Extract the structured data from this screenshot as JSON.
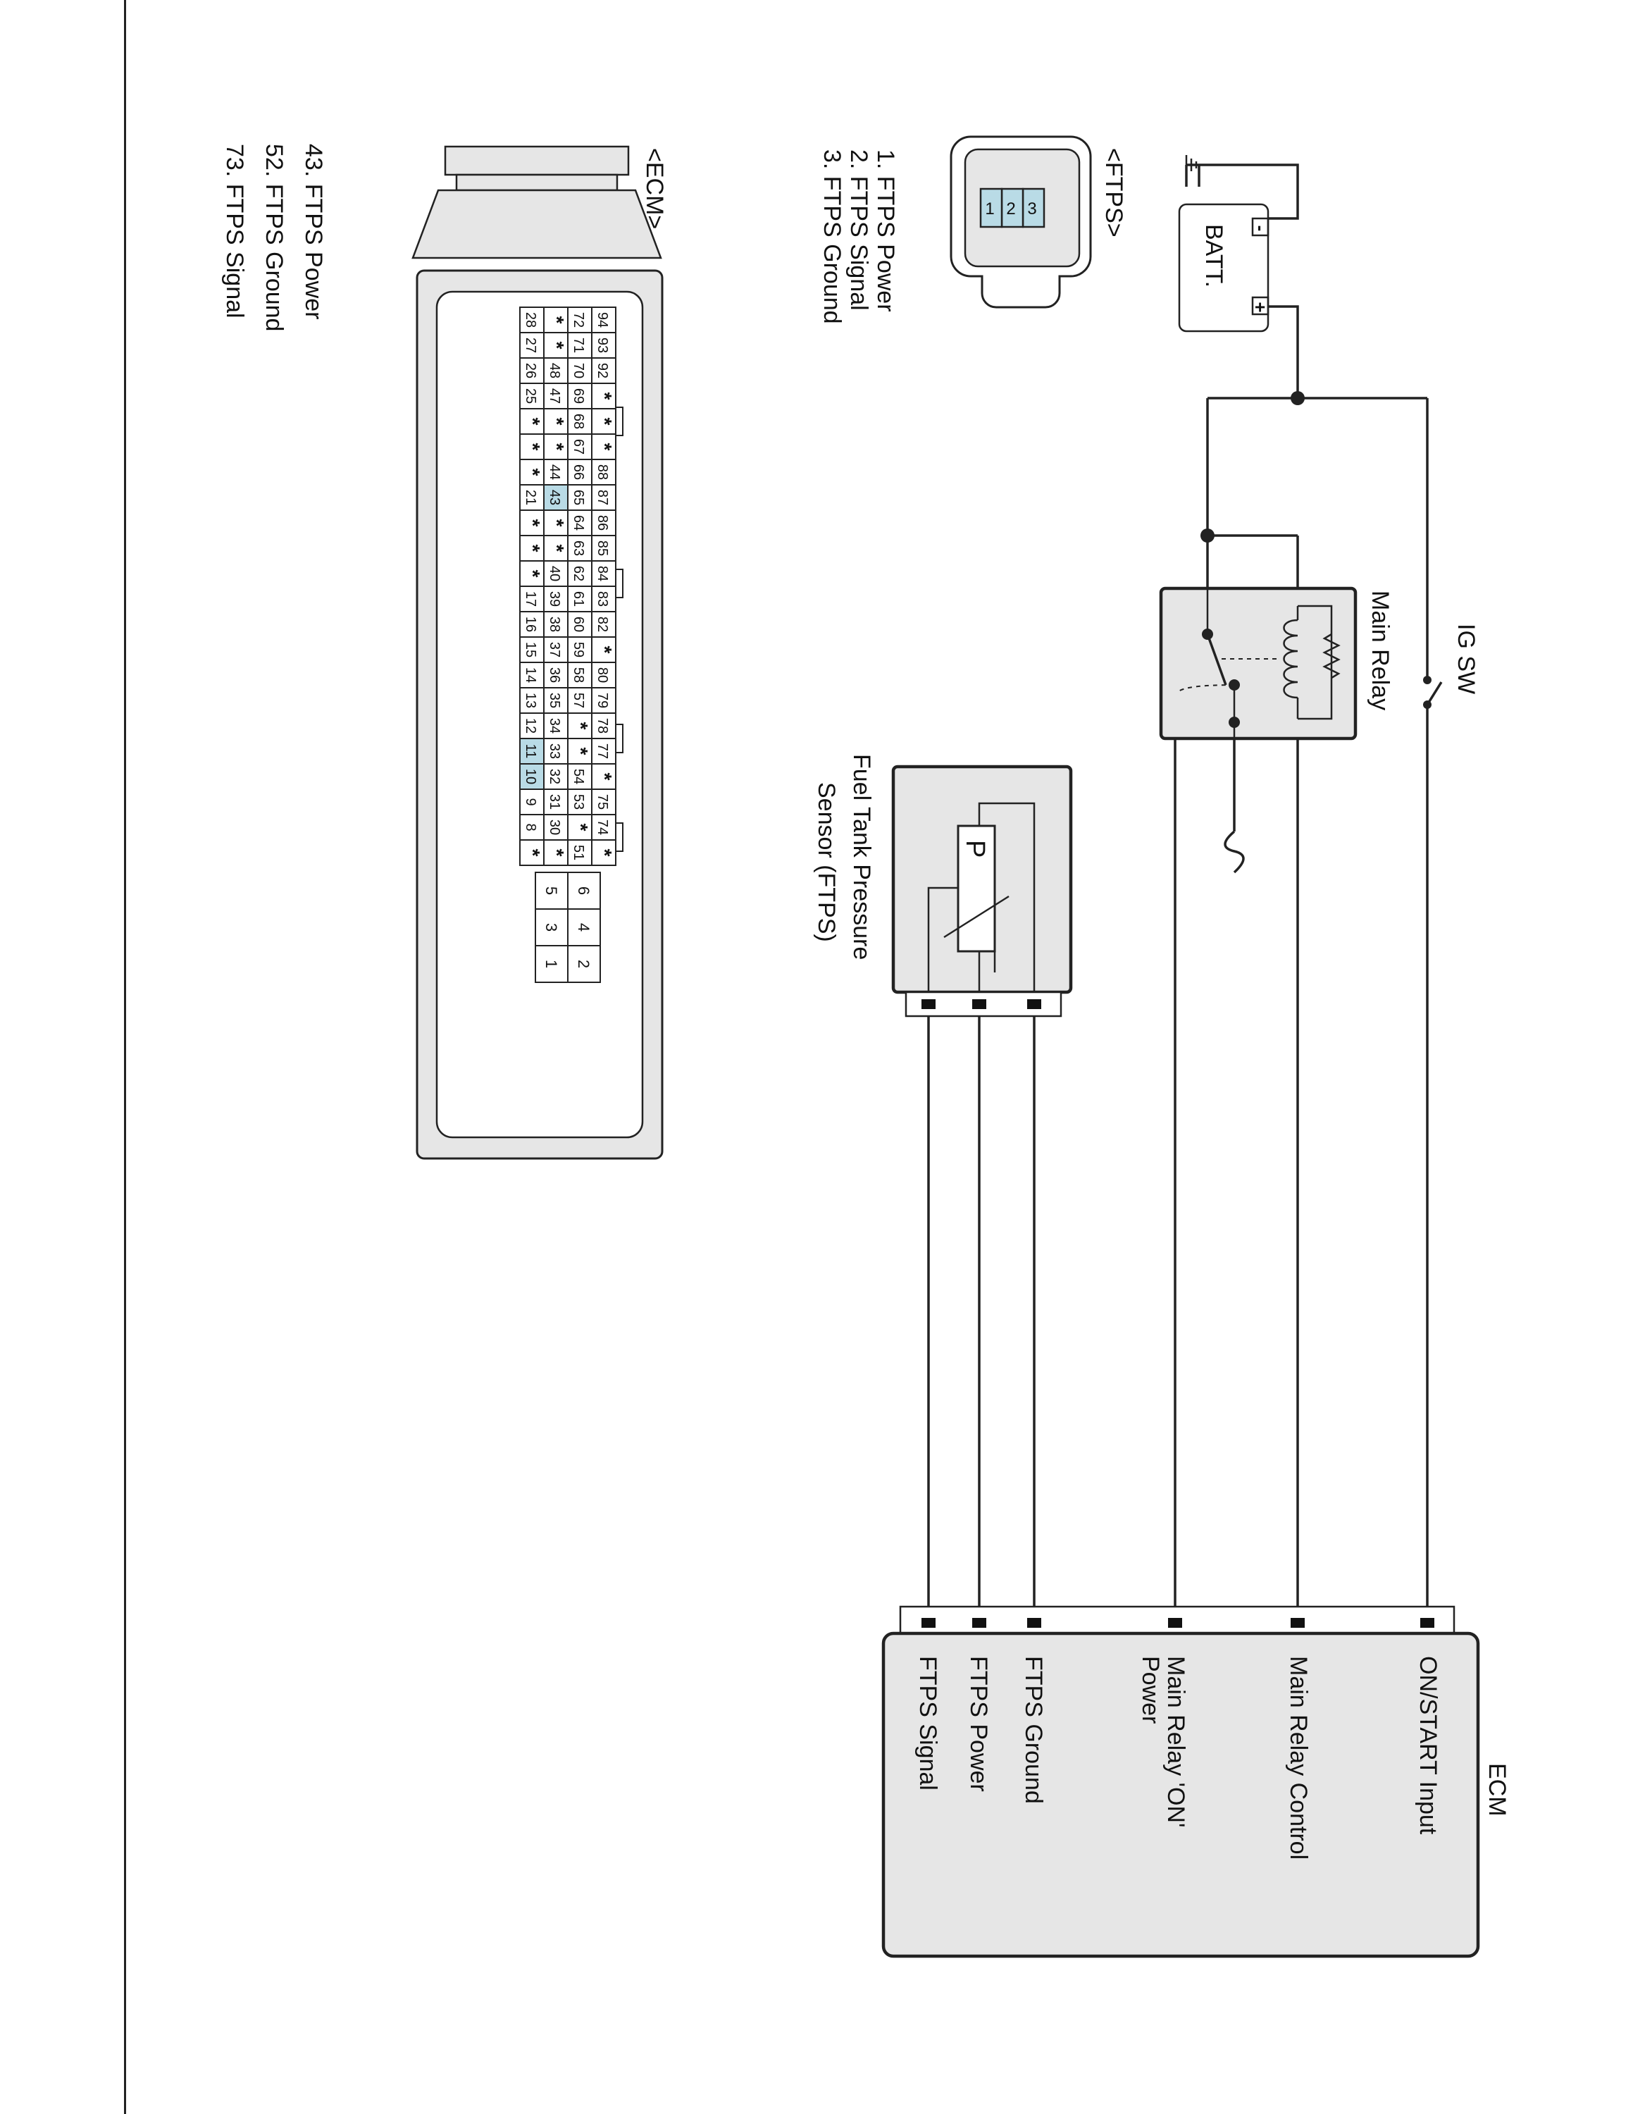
{
  "ecm_unit": {
    "title": "ECM",
    "pins": [
      "ON/START Input",
      "Main Relay Control",
      "Main Relay 'ON'",
      "Power",
      "FTPS Ground",
      "FTPS Power",
      "FTPS Signal"
    ]
  },
  "battery": {
    "label": "BATT.",
    "neg": "-",
    "pos": "+"
  },
  "ig_switch": {
    "label": "IG SW"
  },
  "main_relay": {
    "label": "Main Relay"
  },
  "ftps_sensor": {
    "label_line1": "Fuel Tank Pressure",
    "label_line2": "Sensor (FTPS)",
    "symbol": "P"
  },
  "ftps_connector": {
    "title": "<FTPS>",
    "pins": [
      "3",
      "2",
      "1"
    ],
    "legend": [
      "1. FTPS Power",
      "2. FTPS Signal",
      "3. FTPS Ground"
    ]
  },
  "ecm_connector": {
    "title": "<ECM>",
    "legend": [
      "43. FTPS Power",
      "52. FTPS Ground",
      "73. FTPS Signal"
    ],
    "grid": [
      [
        "94",
        "93",
        "92",
        "*",
        "*",
        "*",
        "88",
        "87",
        "86",
        "85",
        "84",
        "83",
        "82",
        "*",
        "80",
        "79",
        "78",
        "77",
        "*",
        "75",
        "74",
        "*"
      ],
      [
        "72",
        "71",
        "70",
        "69",
        "68",
        "67",
        "66",
        "65",
        "64",
        "63",
        "62",
        "61",
        "60",
        "59",
        "58",
        "57",
        "*",
        "*",
        "54",
        "53",
        "*",
        "51"
      ],
      [
        "*",
        "*",
        "48",
        "47",
        "*",
        "*",
        "44",
        "43",
        "*",
        "*",
        "40",
        "39",
        "38",
        "37",
        "36",
        "35",
        "34",
        "33",
        "32",
        "31",
        "30",
        "*"
      ],
      [
        "28",
        "27",
        "26",
        "25",
        "*",
        "*",
        "*",
        "21",
        "*",
        "*",
        "*",
        "17",
        "16",
        "15",
        "14",
        "13",
        "12",
        "11",
        "10",
        "9",
        "8",
        "*"
      ]
    ],
    "small_grid": [
      [
        "6",
        "5"
      ],
      [
        "4",
        "3"
      ],
      [
        "2",
        "1"
      ]
    ],
    "highlight_color": "#b9dbe6"
  },
  "colors": {
    "line": "#222222",
    "fill": "#e6e6e6",
    "highlight": "#b9dbe6"
  }
}
